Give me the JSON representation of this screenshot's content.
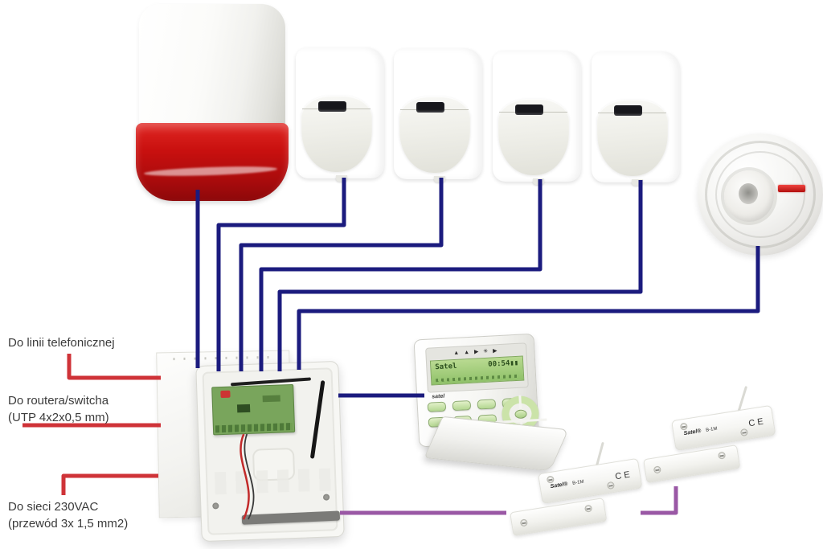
{
  "labels": {
    "phone": "Do linii telefonicznej",
    "router_l1": "Do routera/switcha",
    "router_l2": "(UTP 4x2x0,5 mm)",
    "power_l1": "Do sieci 230VAC",
    "power_l2": "(przewód 3x 1,5 mm2)"
  },
  "keypad": {
    "icon_row": "▲ ▲ ▶   ✳   ▶",
    "lcd_left": "Satel",
    "lcd_right": "00:54▮▮",
    "brand": "satel"
  },
  "contacts": {
    "brand": "Satel®",
    "model": "B-1M",
    "ce_mark": "CE"
  },
  "colors": {
    "wire_blue": "#1b1b7e",
    "wire_red": "#cf3338",
    "wire_purple": "#9a58a5"
  }
}
